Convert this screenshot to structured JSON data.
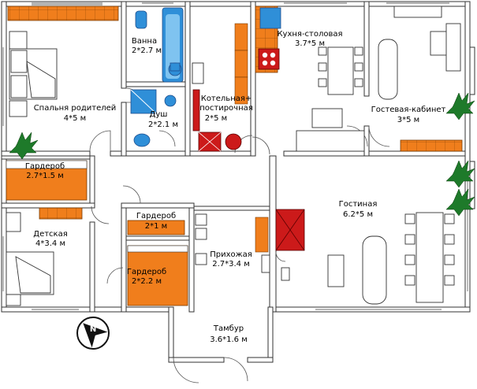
{
  "colors": {
    "furniture_orange": "#f07e1c",
    "fixture_blue": "#2f8fd8",
    "accent_red": "#cc1a1a",
    "plant_green": "#1e7a2a",
    "compass_black": "#111111"
  },
  "rooms": [
    {
      "name": "Спальня родителей",
      "size": "4*5 м"
    },
    {
      "name": "Ванна",
      "size": "2*2.7 м"
    },
    {
      "name": "Душ",
      "size": "2*2.1 м"
    },
    {
      "name": "Котельная+ постирочная",
      "name_lines": [
        "Котельная+",
        "постирочная"
      ],
      "size": "2*5 м"
    },
    {
      "name": "Кухня-столовая",
      "size": "3.7*5 м"
    },
    {
      "name": "Гостевая-кабинет",
      "size": "3*5 м"
    },
    {
      "name": "Гардероб",
      "size": "2.7*1.5 м"
    },
    {
      "name": "Детская",
      "size": "4*3.4 м"
    },
    {
      "name": "Гардероб",
      "size": "2*1 м"
    },
    {
      "name": "Гардероб",
      "size": "2*2.2 м"
    },
    {
      "name": "Прихожая",
      "size": "2.7*3.4 м"
    },
    {
      "name": "Гостиная",
      "size": "6.2*5 м"
    },
    {
      "name": "Тамбур",
      "size": "3.6*1.6 м"
    }
  ],
  "compass": {
    "label": "N",
    "icon": "north-arrow-icon"
  }
}
